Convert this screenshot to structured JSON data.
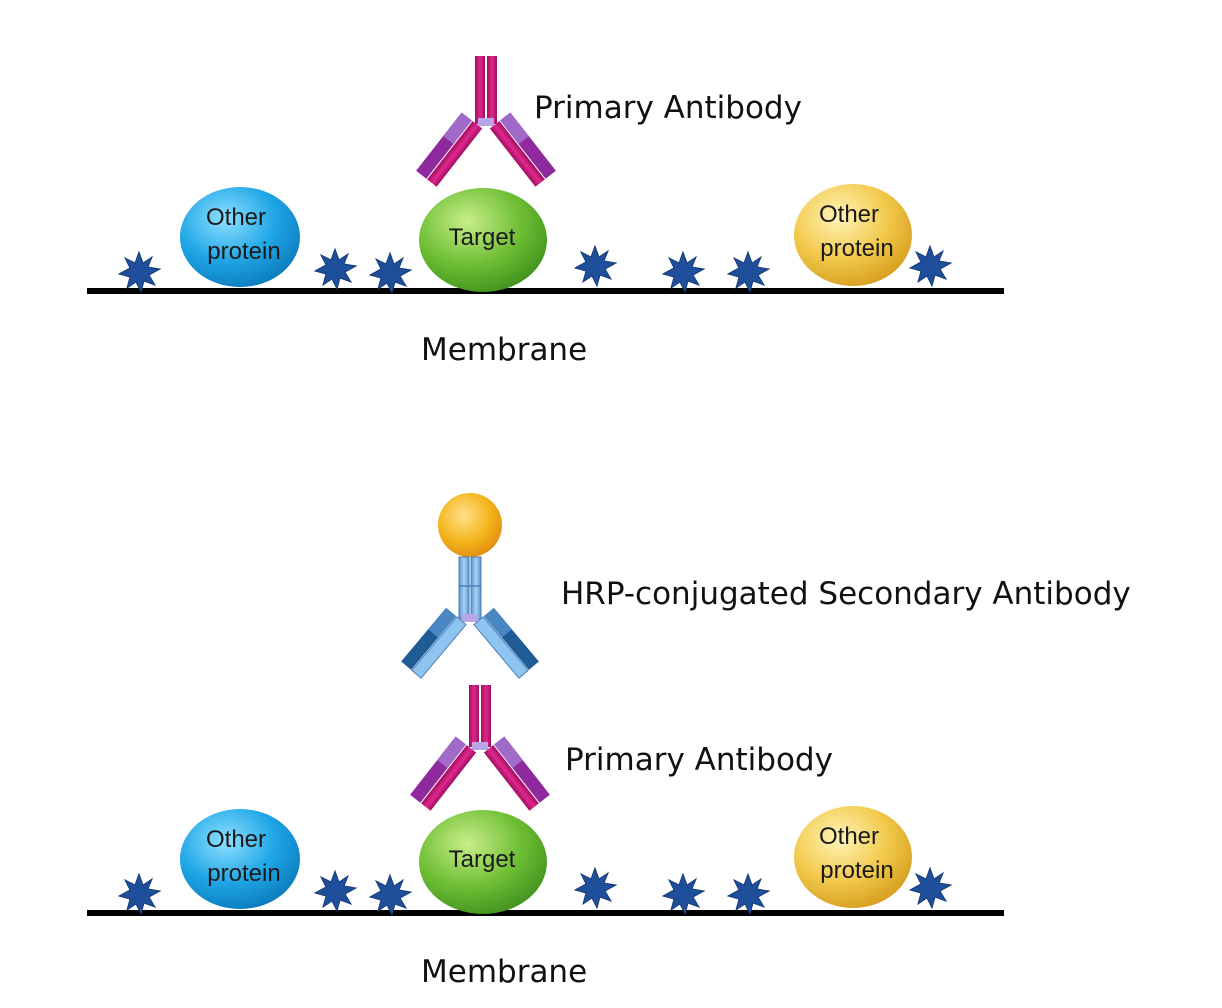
{
  "panels": [
    {
      "membrane_label": "Membrane",
      "primary_antibody_label": "Primary Antibody",
      "target_label": "Target",
      "left_protein": {
        "line1": "Other",
        "line2": "protein"
      },
      "right_protein": {
        "line1": "Other",
        "line2": "protein"
      }
    },
    {
      "membrane_label": "Membrane",
      "primary_antibody_label": "Primary Antibody",
      "secondary_antibody_label": "HRP-conjugated Secondary Antibody",
      "target_label": "Target",
      "left_protein": {
        "line1": "Other",
        "line2": "protein"
      },
      "right_protein": {
        "line1": "Other",
        "line2": "protein"
      }
    }
  ],
  "colors": {
    "membrane": "#000000",
    "other_protein_left": "#1fa6e6",
    "target": "#6fbf35",
    "other_protein_right": "#f2c94c",
    "primary_antibody_heavy": "#d4147e",
    "primary_antibody_light": "#8e2a9e",
    "secondary_antibody_heavy": "#7ab4e8",
    "secondary_antibody_light": "#1f5b95",
    "hrp": "#f4b41a",
    "blocking_star": "#1f4f9a"
  },
  "icons": {
    "blocking_agent": "star-burst-icon",
    "enzyme": "hrp-sphere-icon"
  }
}
